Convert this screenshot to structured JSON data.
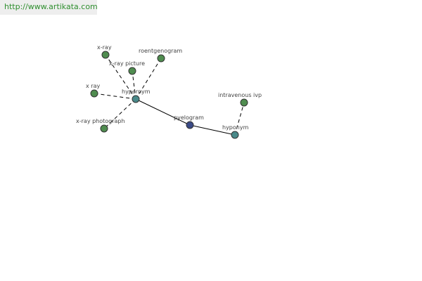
{
  "header": {
    "url_text": "http://www.artikata.com"
  },
  "colors": {
    "synonym_node": "#4f8c4f",
    "hub_node": "#4a8a8a",
    "center_node": "#3b4a86",
    "edge": "#000000",
    "url_text": "#2f8f2f"
  },
  "graph": {
    "center": {
      "label": "pyelogram"
    },
    "hubs": {
      "hypernym": {
        "label": "hypernym"
      },
      "hyponym": {
        "label": "hyponym"
      }
    },
    "synonyms": {
      "xray": {
        "label": "x-ray"
      },
      "roentgenogram": {
        "label": "roentgenogram"
      },
      "xray_picture": {
        "label": "x-ray picture"
      },
      "x_ray": {
        "label": "x ray"
      },
      "xray_photograph": {
        "label": "x-ray photograph"
      },
      "intravenous_ivp": {
        "label": "intravenous ivp"
      }
    }
  }
}
